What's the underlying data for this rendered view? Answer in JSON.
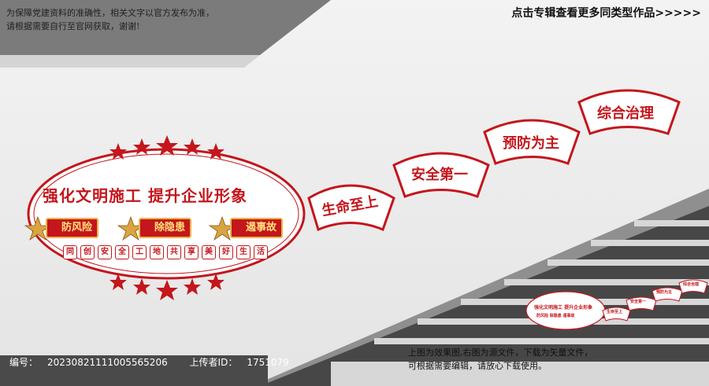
{
  "notice": {
    "line1": "为保障党建资料的准确性，相关文字以官方发布为准，",
    "line2": "请根据需要自行至官网获取，谢谢!"
  },
  "top_link": "点击专辑查看更多同类型作品>>>>>",
  "main_banner": {
    "title": "强化文明施工 提升企业形象",
    "badges": [
      "防风险",
      "除隐患",
      "遏事故"
    ],
    "slogan_chars": [
      "同",
      "创",
      "安",
      "全",
      "工",
      "地",
      "共",
      "享",
      "美",
      "好",
      "生",
      "活"
    ]
  },
  "fans": [
    {
      "label": "生命至上"
    },
    {
      "label": "安全第一"
    },
    {
      "label": "预防为主"
    },
    {
      "label": "综合治理"
    }
  ],
  "preview": {
    "title": "强化文明施工 提升企业形象",
    "badges": [
      "防风险",
      "除隐患",
      "遏事故"
    ],
    "fans": [
      "生命至上",
      "安全第一",
      "预防为主",
      "综合治理"
    ]
  },
  "footer_note": {
    "line1": "上图为效果图,右图为源文件，下载为矢量文件，",
    "line2": "可根据需要编辑，请放心下载使用。"
  },
  "meta": {
    "id_label": "编号：",
    "id_value": "20230821111005565206",
    "uploader_label": "上传者ID：",
    "uploader_value": "1751079"
  },
  "colors": {
    "accent": "#c4161c",
    "gold": "#e9b44c",
    "stairs": "#4a4a4a"
  }
}
